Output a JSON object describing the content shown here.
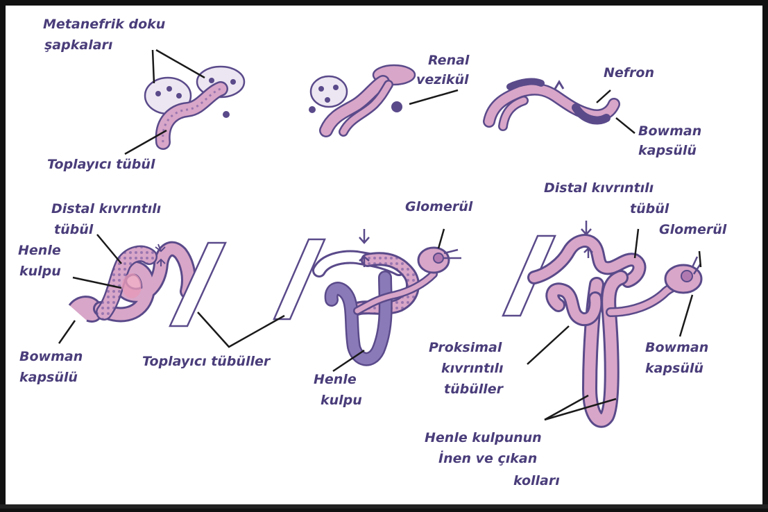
{
  "colors": {
    "ink": "#4a3d7a",
    "tube_fill": "#d8a6c8",
    "tube_edge": "#5a4a8a",
    "bead": "#7a5a9a",
    "pink_core": "#e69ab8",
    "blue_tube": "#8a7ab8",
    "frame": "#111111"
  },
  "labels": {
    "metanefrik_1": "Metanefrik doku",
    "metanefrik_2": "şapkaları",
    "toplayici_tubul": "Toplayıcı tübül",
    "renal_1": "Renal",
    "renal_2": "vezikül",
    "nefron": "Nefron",
    "bowman_top_1": "Bowman",
    "bowman_top_2": "kapsülü",
    "distal_left_1": "Distal kıvrıntılı",
    "distal_left_2": "tübül",
    "henle_left_1": "Henle",
    "henle_left_2": "kulpu",
    "bowman_left_1": "Bowman",
    "bowman_left_2": "kapsülü",
    "toplayici_tubuller": "Toplayıcı tübüller",
    "glomerul_mid": "Glomerül",
    "henle_mid_1": "Henle",
    "henle_mid_2": "kulpu",
    "distal_right_1": "Distal kıvrıntılı",
    "distal_right_2": "tübül",
    "glomerul_right": "Glomerül",
    "proksimal_1": "Proksimal",
    "proksimal_2": "kıvrıntılı",
    "proksimal_3": "tübüller",
    "bowman_right_1": "Bowman",
    "bowman_right_2": "kapsülü",
    "henle_arms_1": "Henle kulpunun",
    "henle_arms_2": "İnen ve çıkan",
    "henle_arms_3": "kolları"
  }
}
